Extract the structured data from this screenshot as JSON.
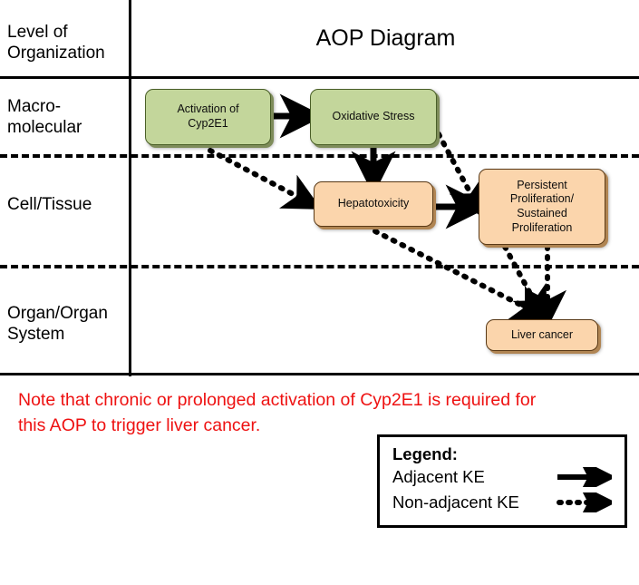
{
  "title": "AOP Diagram",
  "header": {
    "left_label": "Level of Organization",
    "left_label_line1": "Level of",
    "left_label_line2": "Organization"
  },
  "rows": [
    {
      "id": "macro-molecular",
      "label_line1": "Macro-",
      "label_line2": "molecular"
    },
    {
      "id": "cell-tissue",
      "label_line1": "Cell/Tissue",
      "label_line2": ""
    },
    {
      "id": "organ-organ-system",
      "label_line1": "Organ/Organ",
      "label_line2": "System"
    }
  ],
  "nodes": [
    {
      "id": "activation-cyp2e1",
      "line1": "Activation of",
      "line2": "Cyp2E1",
      "color": "#c3d69b",
      "level": "Macro-molecular"
    },
    {
      "id": "oxidative-stress",
      "line1": "Oxidative Stress",
      "line2": "",
      "color": "#c3d69b",
      "level": "Macro-molecular"
    },
    {
      "id": "hepatotoxicity",
      "line1": "Hepatotoxicity",
      "line2": "",
      "color": "#fbd5ac",
      "level": "Cell/Tissue"
    },
    {
      "id": "persistent-proliferation",
      "line1": "Persistent",
      "line2": "Proliferation/",
      "line3": "Sustained",
      "line4": "Proliferation",
      "color": "#fbd5ac",
      "level": "Cell/Tissue"
    },
    {
      "id": "liver-cancer",
      "line1": "Liver cancer",
      "line2": "",
      "color": "#fbd5ac",
      "level": "Organ/Organ System"
    }
  ],
  "note": {
    "line1": "Note that chronic or prolonged activation of Cyp2E1 is required for",
    "line2": "this AOP to trigger liver cancer.",
    "color": "#ee1111"
  },
  "legend": {
    "title": "Legend:",
    "items": [
      {
        "label": "Adjacent KE",
        "style": "solid-arrow"
      },
      {
        "label": "Non-adjacent KE",
        "style": "dotted-arrow"
      }
    ]
  }
}
